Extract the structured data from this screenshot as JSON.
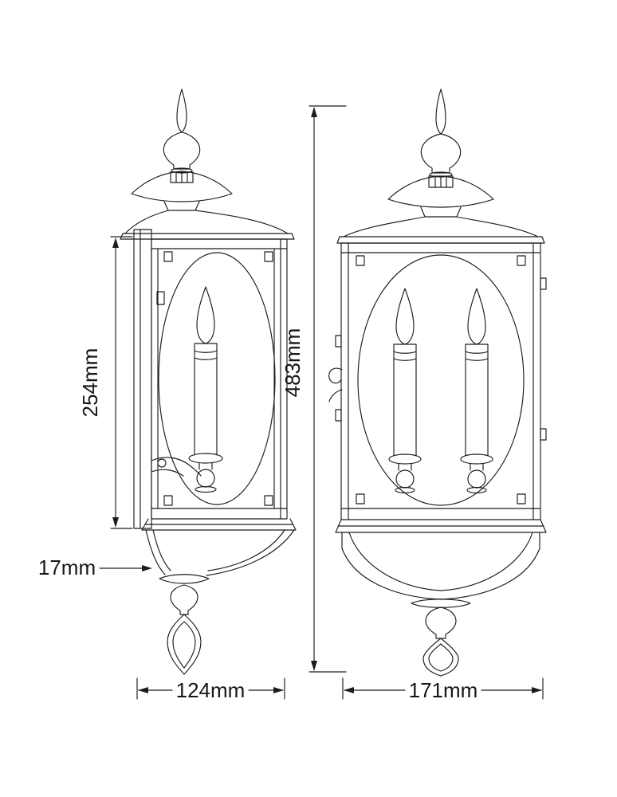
{
  "colors": {
    "ink": "#1c1c1c",
    "background": "#ffffff"
  },
  "dimensions": {
    "side_height": "254mm",
    "bracket_depth": "17mm",
    "side_width": "124mm",
    "overall_height": "483mm",
    "front_width": "171mm"
  }
}
